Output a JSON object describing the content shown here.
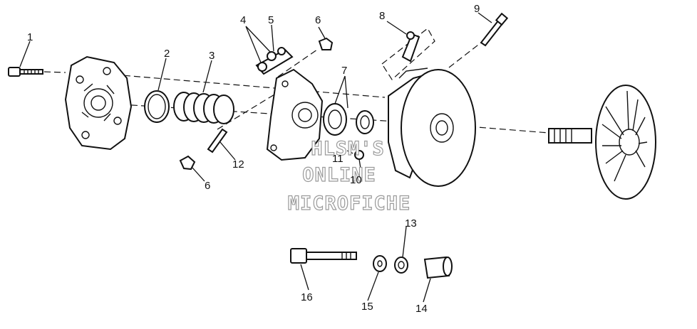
{
  "callouts": {
    "c1": "1",
    "c2": "2",
    "c3": "3",
    "c4": "4",
    "c5": "5",
    "c6a": "6",
    "c6b": "6",
    "c7": "7",
    "c8": "8",
    "c9": "9",
    "c10": "10",
    "c11": "11",
    "c12": "12",
    "c13": "13",
    "c14": "14",
    "c15": "15",
    "c16": "16"
  },
  "watermark": {
    "line1": "HLSM'S",
    "line2": "ONLINE",
    "line3": "MICROFICHE"
  },
  "colors": {
    "line": "#111111",
    "background": "#ffffff",
    "watermark": "#9a9a9a"
  }
}
